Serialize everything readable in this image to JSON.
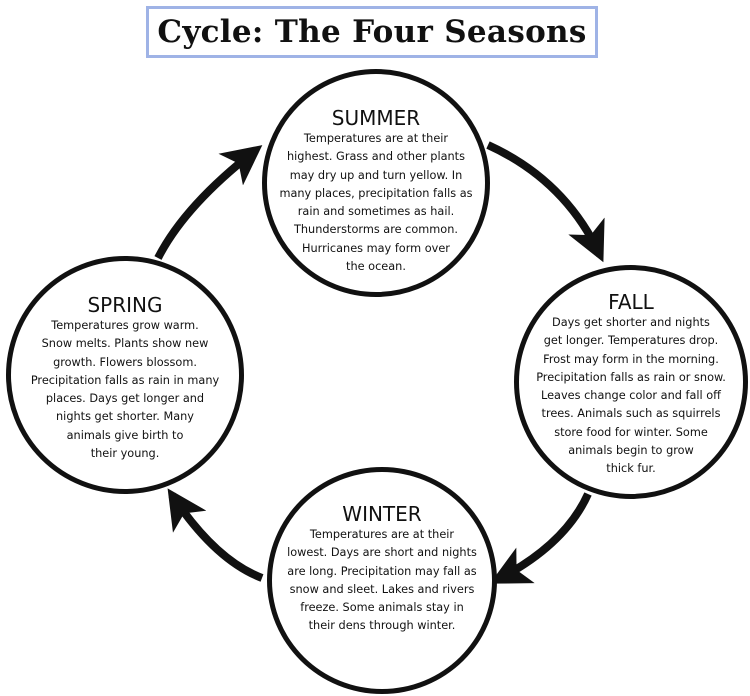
{
  "title": "Cycle: The Four Seasons",
  "colors": {
    "title_border": "#9fb3e6",
    "stroke": "#111111"
  },
  "seasons": {
    "summer": {
      "name": "SUMMER",
      "text": "Temperatures are at their\nhighest. Grass and other plants\nmay dry up and turn yellow. In\nmany places, precipitation falls as\nrain and sometimes as hail.\nThunderstorms are common.\nHurricanes may form over\nthe ocean."
    },
    "fall": {
      "name": "FALL",
      "text": "Days get shorter and nights\nget longer. Temperatures drop.\nFrost may form in the morning.\nPrecipitation falls as rain or snow.\nLeaves change color and fall off\ntrees. Animals such as squirrels\nstore food for winter. Some\nanimals begin to grow\nthick fur."
    },
    "winter": {
      "name": "WINTER",
      "text": "Temperatures are at their\nlowest. Days are short and nights\nare long. Precipitation may fall as\nsnow and sleet. Lakes and rivers\nfreeze. Some animals stay in\ntheir dens through winter."
    },
    "spring": {
      "name": "SPRING",
      "text": "Temperatures grow warm.\nSnow melts. Plants show new\ngrowth. Flowers blossom.\nPrecipitation falls as rain in many\nplaces. Days get longer and\nnights get shorter. Many\nanimals give birth to\ntheir young."
    }
  },
  "arrows": [
    {
      "from": "spring",
      "to": "summer",
      "icon": "arrow-icon"
    },
    {
      "from": "summer",
      "to": "fall",
      "icon": "arrow-icon"
    },
    {
      "from": "fall",
      "to": "winter",
      "icon": "arrow-icon"
    },
    {
      "from": "winter",
      "to": "spring",
      "icon": "arrow-icon"
    }
  ]
}
